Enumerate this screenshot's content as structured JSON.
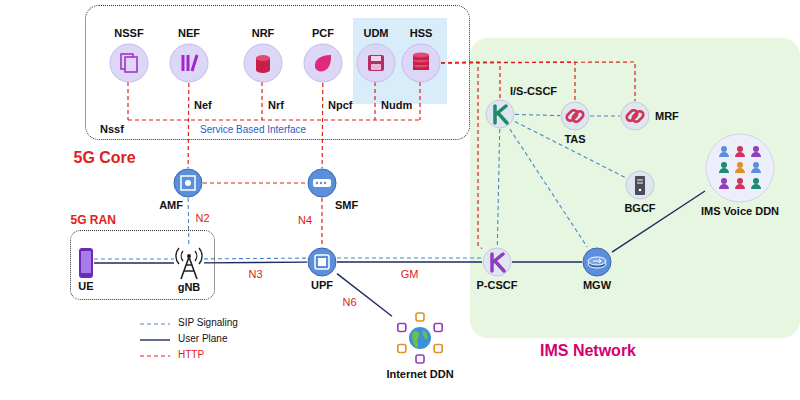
{
  "diagram": {
    "nodes": [
      {
        "text": [
          "5G Core"
        ]
      },
      {
        "text": [
          "NSSF"
        ],
        "in": 0
      },
      {
        "text": [
          "NEF"
        ],
        "in": 0
      },
      {
        "text": [
          "NRF"
        ],
        "in": 0
      },
      {
        "text": [
          "PCF"
        ],
        "in": 0
      },
      {
        "text": [
          "UDM"
        ],
        "in": 0
      },
      {
        "text": [
          "HSS"
        ],
        "in": 0
      },
      {
        "text": [
          "AMF"
        ]
      },
      {
        "text": [
          "SMF"
        ]
      },
      {
        "text": [
          "5G RAN"
        ]
      },
      {
        "text": [
          "UE"
        ],
        "in": 9
      },
      {
        "text": [
          "gNB"
        ],
        "in": 9
      },
      {
        "text": [
          "UPF"
        ]
      },
      {
        "text": [
          "IMS Network"
        ]
      },
      {
        "text": [
          "I/S-CSCF"
        ],
        "in": 13
      },
      {
        "text": [
          "TAS"
        ],
        "in": 13
      },
      {
        "text": [
          "MRF"
        ],
        "in": 13
      },
      {
        "text": [
          "BGCF"
        ],
        "in": 13
      },
      {
        "text": [
          "P-CSCF"
        ],
        "in": 13
      },
      {
        "text": [
          "MGW"
        ],
        "in": 13
      },
      {
        "text": [
          "IMS Voice DDN"
        ]
      },
      {
        "text": [
          "Internet DDN"
        ]
      }
    ],
    "edges": [
      {
        "from": 2,
        "to": 7,
        "arrow": "none"
      },
      {
        "from": 4,
        "to": 8,
        "arrow": "none"
      },
      {
        "from": 7,
        "to": 8,
        "arrow": "none"
      },
      {
        "from": 7,
        "to": 11,
        "label": "N2",
        "arrow": "none"
      },
      {
        "from": 8,
        "to": 12,
        "label": "N4",
        "arrow": "none"
      },
      {
        "from": 10,
        "to": 11,
        "arrow": "none"
      },
      {
        "from": 11,
        "to": 12,
        "label": "N3",
        "arrow": "none"
      },
      {
        "from": 12,
        "to": 18,
        "label": "GM",
        "arrow": "none"
      },
      {
        "from": 12,
        "to": 21,
        "label": "N6",
        "arrow": "none"
      },
      {
        "from": 6,
        "to": 14,
        "arrow": "none"
      },
      {
        "from": 6,
        "to": 15,
        "arrow": "none"
      },
      {
        "from": 6,
        "to": 16,
        "arrow": "none"
      },
      {
        "from": 6,
        "to": 18,
        "arrow": "none"
      },
      {
        "from": 14,
        "to": 15,
        "arrow": "none"
      },
      {
        "from": 15,
        "to": 16,
        "arrow": "none"
      },
      {
        "from": 14,
        "to": 17,
        "arrow": "none"
      },
      {
        "from": 14,
        "to": 18,
        "arrow": "none"
      },
      {
        "from": 14,
        "to": 19,
        "arrow": "none"
      },
      {
        "from": 18,
        "to": 19,
        "arrow": "none"
      },
      {
        "from": 19,
        "to": 20,
        "arrow": "none"
      }
    ],
    "labels": [
      "Nssf",
      "Nef",
      "Nrf",
      "Npcf",
      "Nudm",
      "Service Based Interface"
    ],
    "legend": [
      {
        "text": "SIP Signaling"
      },
      {
        "text": "User Plane"
      },
      {
        "text": "HTTP"
      }
    ]
  }
}
